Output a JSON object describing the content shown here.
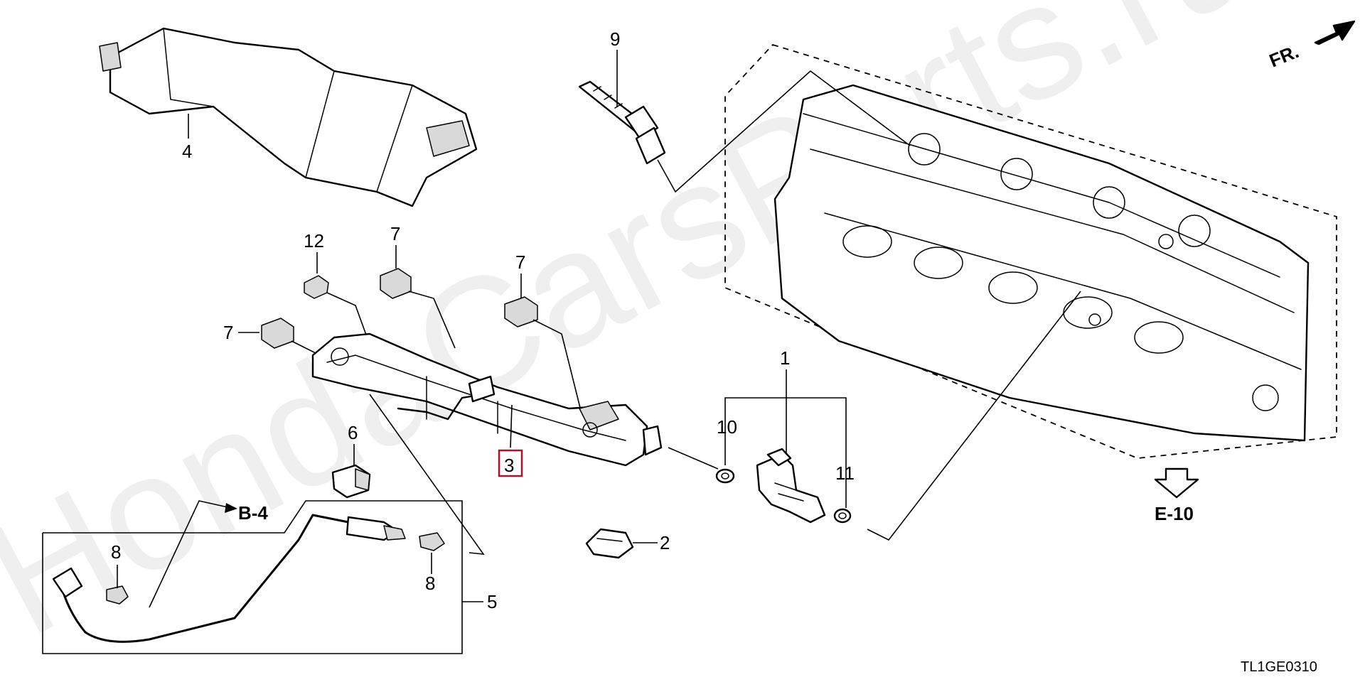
{
  "watermark": "HondaCarsParts.ru",
  "diagram_code": "TL1GE0310",
  "direction_label": "FR.",
  "highlight_color": "#b01030",
  "callouts": {
    "p1": "1",
    "p2": "2",
    "p3": "3",
    "p4": "4",
    "p5": "5",
    "p6": "6",
    "p7a": "7",
    "p7b": "7",
    "p7c": "7",
    "p8a": "8",
    "p8b": "8",
    "p9": "9",
    "p10": "10",
    "p11": "11",
    "p12": "12"
  },
  "references": {
    "b4": "B-4",
    "e10": "E-10"
  }
}
